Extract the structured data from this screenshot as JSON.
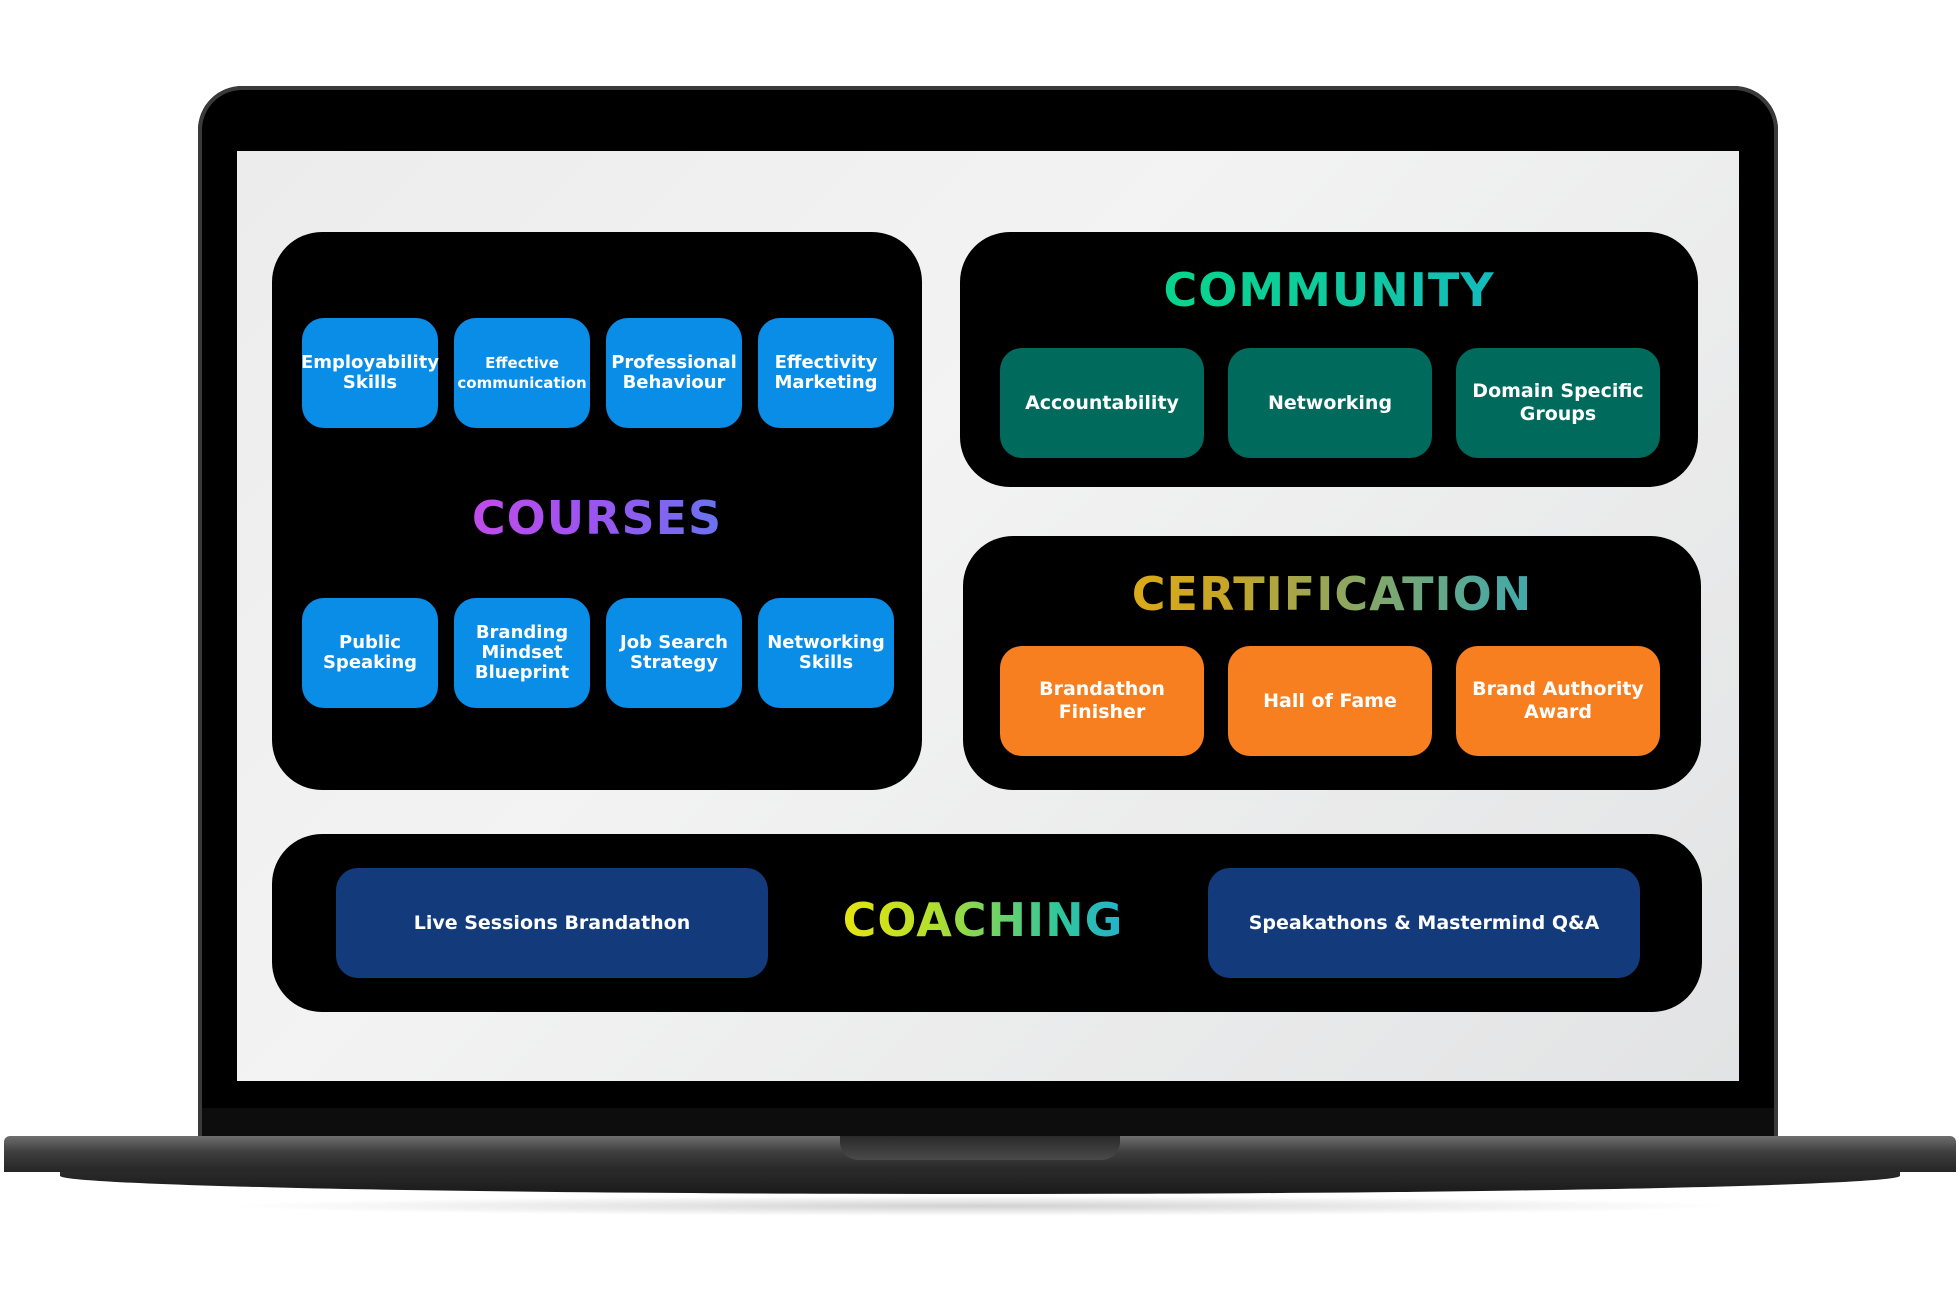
{
  "courses": {
    "title": "COURSES",
    "top_items": [
      {
        "label": "Employability\nSkills"
      },
      {
        "label": "Effective\ncommunication"
      },
      {
        "label": "Professional\nBehaviour"
      },
      {
        "label": "Effectivity\nMarketing"
      }
    ],
    "bottom_items": [
      {
        "label": "Public\nSpeaking"
      },
      {
        "label": "Branding\nMindset\nBlueprint"
      },
      {
        "label": "Job Search\nStrategy"
      },
      {
        "label": "Networking\nSkills"
      }
    ]
  },
  "community": {
    "title": "COMMUNITY",
    "items": [
      {
        "label": "Accountability"
      },
      {
        "label": "Networking"
      },
      {
        "label": "Domain Specific\nGroups"
      }
    ]
  },
  "certification": {
    "title": "CERTIFICATION",
    "items": [
      {
        "label": "Brandathon\nFinisher"
      },
      {
        "label": "Hall of Fame"
      },
      {
        "label": "Brand Authority\nAward"
      }
    ]
  },
  "coaching": {
    "title": "COACHING",
    "left_item": "Live Sessions Brandathon",
    "right_item": "Speakathons & Mastermind Q&A"
  },
  "colors": {
    "course_pill": "#0a8de6",
    "community_pill": "#006a5c",
    "certification_pill": "#f77f1f",
    "coaching_pill": "#133a7a",
    "panel": "#000000"
  }
}
